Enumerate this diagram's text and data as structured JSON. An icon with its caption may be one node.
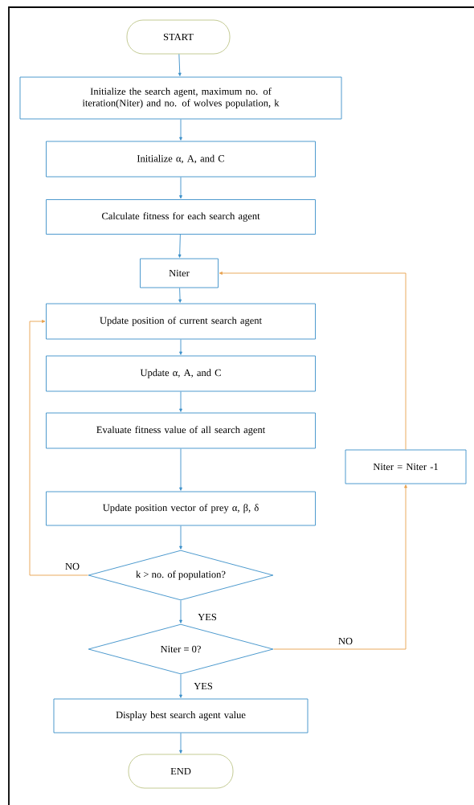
{
  "diagram": {
    "nodes": [
      {
        "text": [
          "START"
        ]
      },
      {
        "text": [
          "Initialize the search agent, maximum no. of iteration(Niter) and no. of wolves population, k"
        ]
      },
      {
        "text": [
          "Initialize α, A, and C"
        ]
      },
      {
        "text": [
          "Calculate fitness for each search agent"
        ]
      },
      {
        "text": [
          "Niter"
        ]
      },
      {
        "text": [
          "Update position of current search agent"
        ]
      },
      {
        "text": [
          "Update α, A, and C"
        ]
      },
      {
        "text": [
          "Evaluate fitness value of all search agent"
        ]
      },
      {
        "text": [
          "Update position vector of prey α, β, δ"
        ]
      },
      {
        "text": [
          "k > no. of population?"
        ]
      },
      {
        "text": [
          "Niter = 0?"
        ]
      },
      {
        "text": [
          "Display best search agent value"
        ]
      },
      {
        "text": [
          "END"
        ]
      },
      {
        "text": [
          "Niter = Niter -1"
        ]
      }
    ],
    "edges": [
      {
        "from": 0,
        "to": 1,
        "arrow": "to"
      },
      {
        "from": 1,
        "to": 2,
        "arrow": "to"
      },
      {
        "from": 2,
        "to": 3,
        "arrow": "to"
      },
      {
        "from": 3,
        "to": 4,
        "arrow": "to"
      },
      {
        "from": 4,
        "to": 5,
        "arrow": "to"
      },
      {
        "from": 5,
        "to": 6,
        "arrow": "to"
      },
      {
        "from": 6,
        "to": 7,
        "arrow": "to"
      },
      {
        "from": 7,
        "to": 8,
        "arrow": "to"
      },
      {
        "from": 8,
        "to": 9,
        "arrow": "to"
      },
      {
        "from": 9,
        "to": 5,
        "arrow": "to",
        "label": "NO",
        "color": "#e8a04c"
      },
      {
        "from": 9,
        "to": 10,
        "arrow": "to",
        "label": "YES"
      },
      {
        "from": 10,
        "to": 13,
        "arrow": "to",
        "label": "NO",
        "color": "#e8a04c"
      },
      {
        "from": 13,
        "to": 4,
        "arrow": "to",
        "color": "#e8a04c"
      },
      {
        "from": 10,
        "to": 11,
        "arrow": "to",
        "label": "YES"
      },
      {
        "from": 11,
        "to": 12,
        "arrow": "to"
      }
    ]
  }
}
